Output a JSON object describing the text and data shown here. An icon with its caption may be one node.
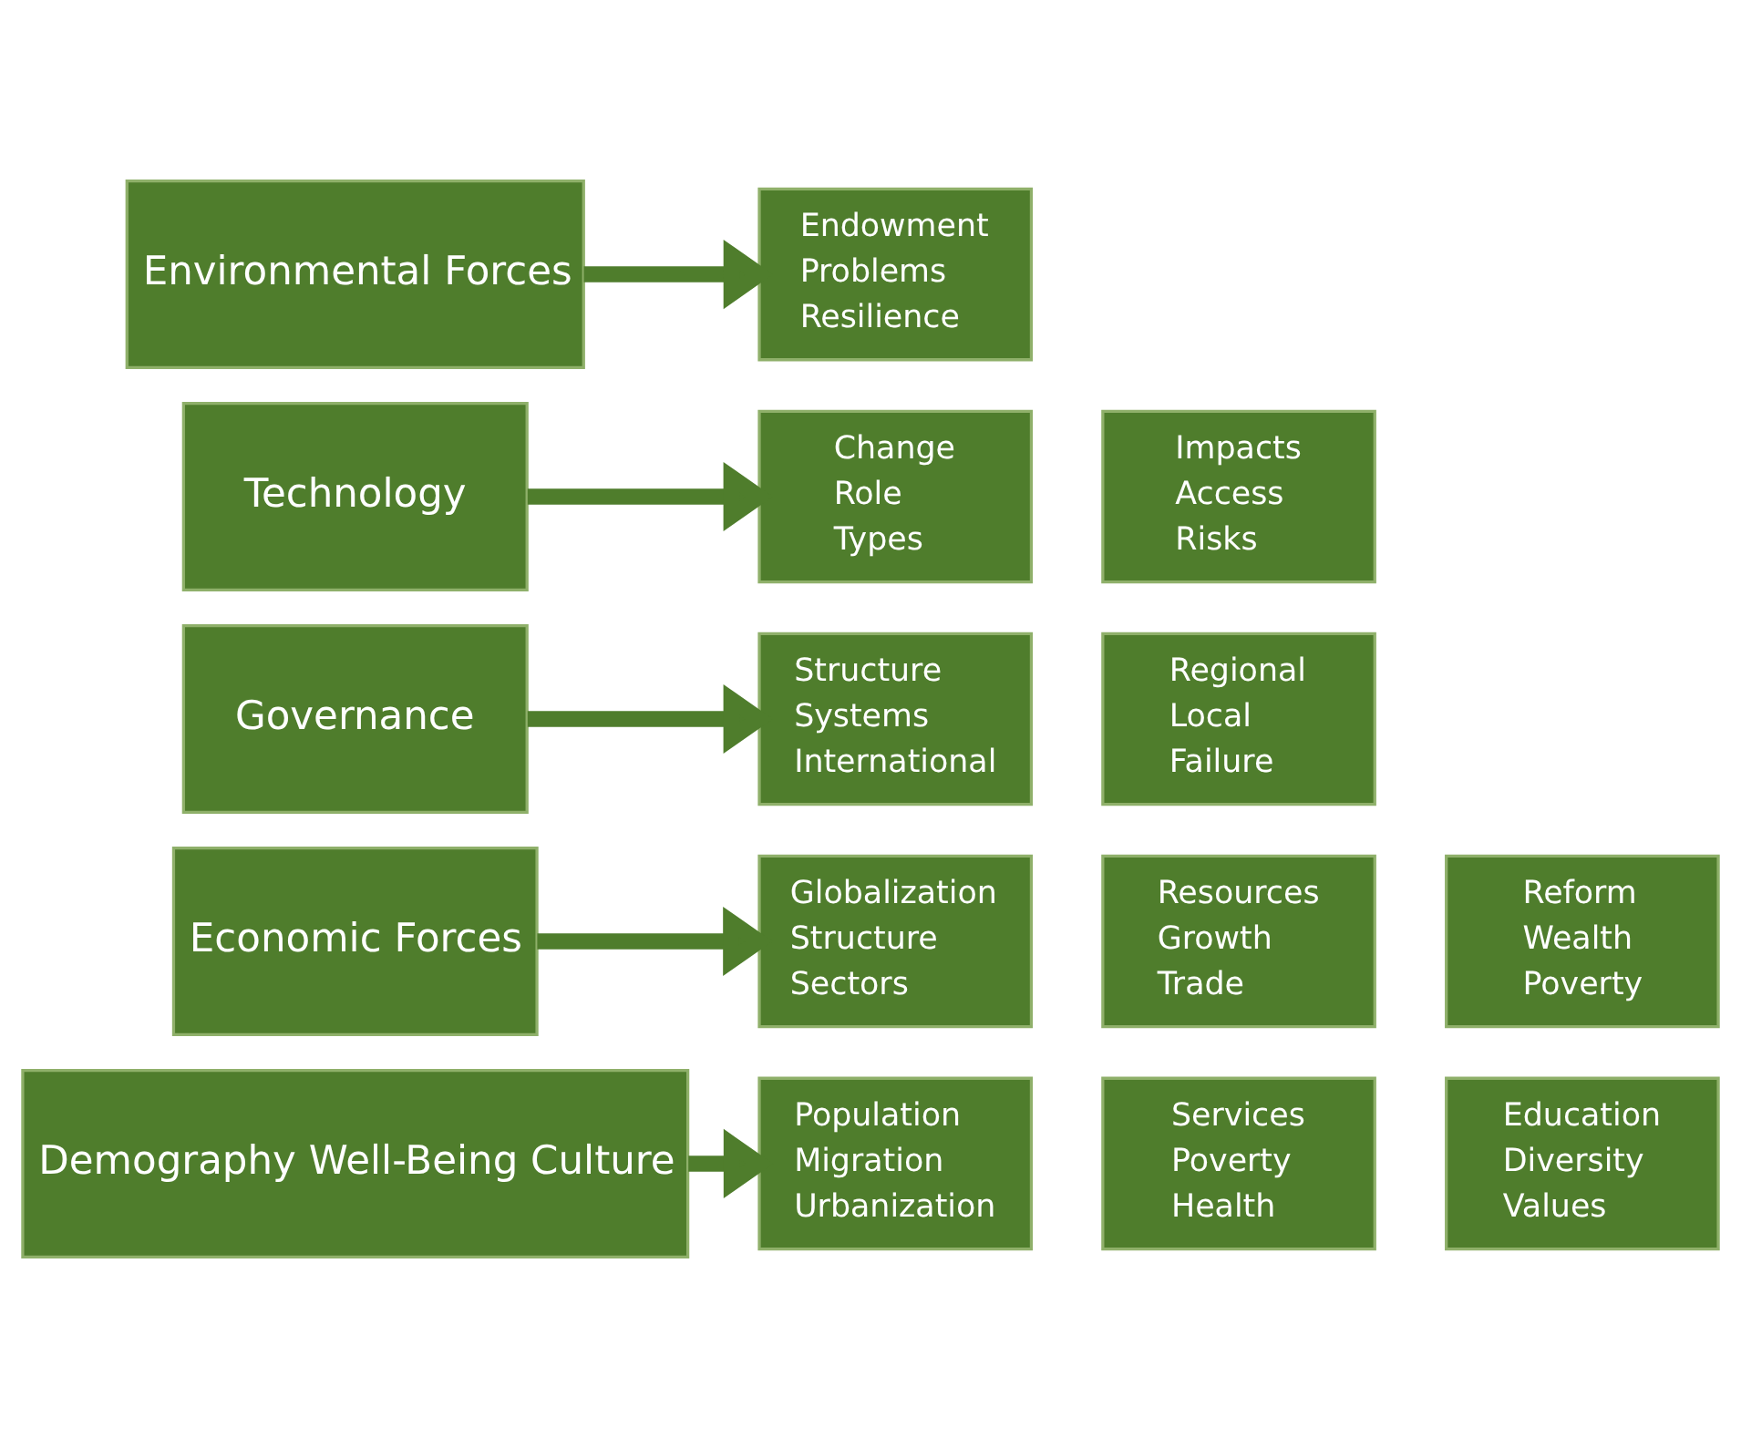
{
  "diagram": {
    "nodes": [
      {
        "text": [
          "Demography Well-Being Culture"
        ]
      },
      {
        "text": [
          "Population",
          "Migration",
          "Urbanization"
        ]
      },
      {
        "text": [
          "Services",
          "Poverty",
          "Health"
        ]
      },
      {
        "text": [
          "Education",
          "Diversity",
          "Values"
        ]
      },
      {
        "text": [
          "Economic Forces"
        ]
      },
      {
        "text": [
          "Globalization",
          "Structure",
          "Sectors"
        ]
      },
      {
        "text": [
          "Resources",
          "Growth",
          "Trade"
        ]
      },
      {
        "text": [
          "Reform",
          "Wealth",
          "Poverty"
        ]
      },
      {
        "text": [
          "Governance"
        ]
      },
      {
        "text": [
          "Structure",
          "Systems",
          "International"
        ]
      },
      {
        "text": [
          "Regional",
          "Local",
          "Failure"
        ]
      },
      {
        "text": [
          "Technology"
        ]
      },
      {
        "text": [
          "Change",
          "Role",
          "Types"
        ]
      },
      {
        "text": [
          "Impacts",
          "Access",
          "Risks"
        ]
      },
      {
        "text": [
          "Environmental Forces"
        ]
      },
      {
        "text": [
          "Endowment",
          "Problems",
          "Resilience"
        ]
      }
    ],
    "edges": [
      {
        "from": 0,
        "to": 1,
        "arrow": "to"
      },
      {
        "from": 4,
        "to": 5,
        "arrow": "to"
      },
      {
        "from": 8,
        "to": 9,
        "arrow": "to"
      },
      {
        "from": 11,
        "to": 12,
        "arrow": "to"
      },
      {
        "from": 14,
        "to": 15,
        "arrow": "to"
      }
    ]
  }
}
